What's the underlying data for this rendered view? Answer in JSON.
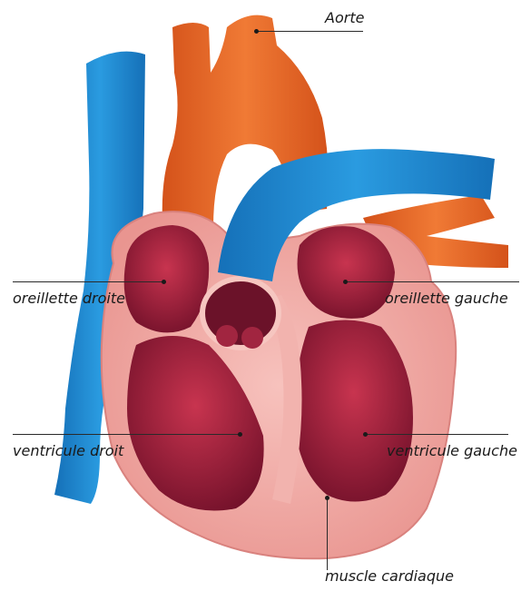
{
  "labels": {
    "aorte": "Aorte",
    "oreillette_droite": "oreillette droite",
    "oreillette_gauche": "oreillette gauche",
    "ventricule_droit": "ventricule droit",
    "ventricule_gauche": "ventricule gauche",
    "muscle_cardiaque": "muscle cardiaque"
  },
  "colors": {
    "vein_blue": "#1f86d0",
    "aorta_orange": "#e8621f",
    "muscle_pink": "#f0a7a3",
    "chamber_dark": "#7a1530",
    "chamber_red": "#b82a44"
  }
}
